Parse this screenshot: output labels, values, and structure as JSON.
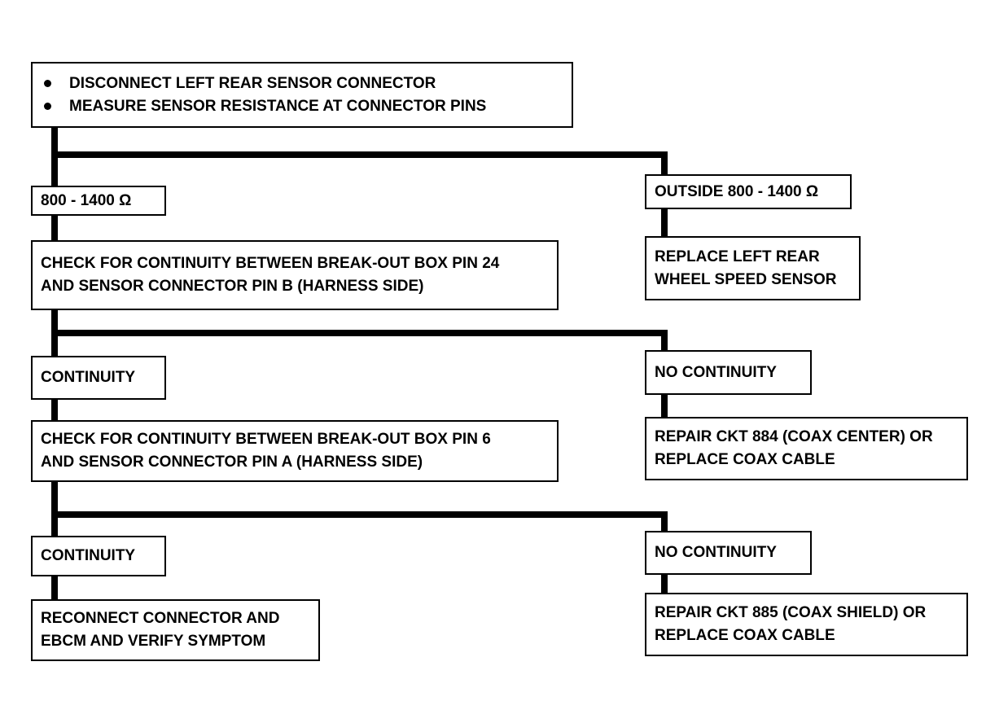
{
  "start": {
    "items": [
      "DISCONNECT LEFT REAR SENSOR CONNECTOR",
      "MEASURE SENSOR RESISTANCE AT CONNECTOR PINS"
    ]
  },
  "step1": {
    "pass_label": "800 - 1400 Ω",
    "fail_label": "OUTSIDE 800 - 1400 Ω",
    "fail_action": [
      "REPLACE LEFT REAR",
      "WHEEL SPEED SENSOR"
    ]
  },
  "step2": {
    "check": [
      "CHECK FOR CONTINUITY BETWEEN BREAK-OUT BOX PIN 24",
      "AND SENSOR CONNECTOR PIN B (HARNESS SIDE)"
    ],
    "pass_label": "CONTINUITY",
    "fail_label": "NO CONTINUITY",
    "fail_action": [
      "REPAIR CKT 884 (COAX CENTER) OR",
      "REPLACE COAX CABLE"
    ]
  },
  "step3": {
    "check": [
      "CHECK FOR CONTINUITY BETWEEN BREAK-OUT BOX PIN 6",
      "AND SENSOR CONNECTOR PIN A (HARNESS SIDE)"
    ],
    "pass_label": "CONTINUITY",
    "fail_label": "NO CONTINUITY",
    "fail_action": [
      "REPAIR CKT 885 (COAX SHIELD) OR",
      "REPLACE COAX CABLE"
    ],
    "pass_action": [
      "RECONNECT CONNECTOR AND",
      "EBCM AND VERIFY SYMPTOM"
    ]
  }
}
